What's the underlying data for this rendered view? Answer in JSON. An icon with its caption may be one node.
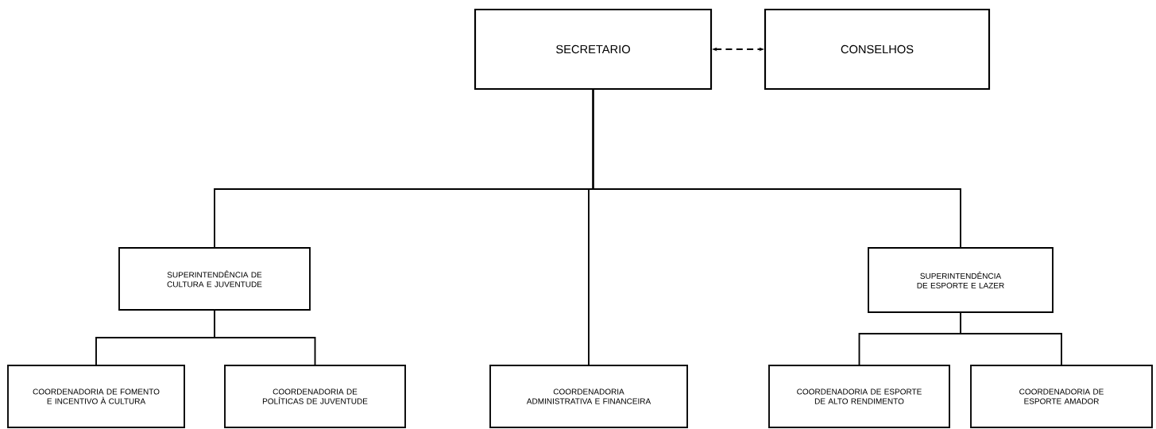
{
  "diagram": {
    "nodes": [
      {
        "text": [
          "SECRETARIO"
        ]
      },
      {
        "text": [
          "CONSELHOS"
        ]
      },
      {
        "text": [
          "SUPERINTENDÊNCIA DE CULTURA E JUVENTUDE"
        ]
      },
      {
        "text": [
          "SUPERINTENDÊNCIA DE ESPORTE E LAZER"
        ]
      },
      {
        "text": [
          "COORDENADORIA DE FOMENTO E INCENTIVO À CULTURA"
        ]
      },
      {
        "text": [
          "COORDENADORIA DE POLÍTICAS DE JUVENTUDE"
        ]
      },
      {
        "text": [
          "COORDENADORIA ADMINISTRATIVA E FINANCEIRA"
        ]
      },
      {
        "text": [
          "COORDENADORIA DE ESPORTE DE ALTO RENDIMENTO"
        ]
      },
      {
        "text": [
          "COORDENADORIA DE ESPORTE AMADOR"
        ]
      }
    ],
    "edges": [
      {
        "from": 0,
        "to": 1,
        "arrow": "both",
        "style": "dashed"
      },
      {
        "from": 0,
        "to": 2,
        "arrow": "none"
      },
      {
        "from": 0,
        "to": 6,
        "arrow": "none"
      },
      {
        "from": 0,
        "to": 3,
        "arrow": "none"
      },
      {
        "from": 2,
        "to": 4,
        "arrow": "none"
      },
      {
        "from": 2,
        "to": 5,
        "arrow": "none"
      },
      {
        "from": 3,
        "to": 7,
        "arrow": "none"
      },
      {
        "from": 3,
        "to": 8,
        "arrow": "none"
      }
    ]
  }
}
